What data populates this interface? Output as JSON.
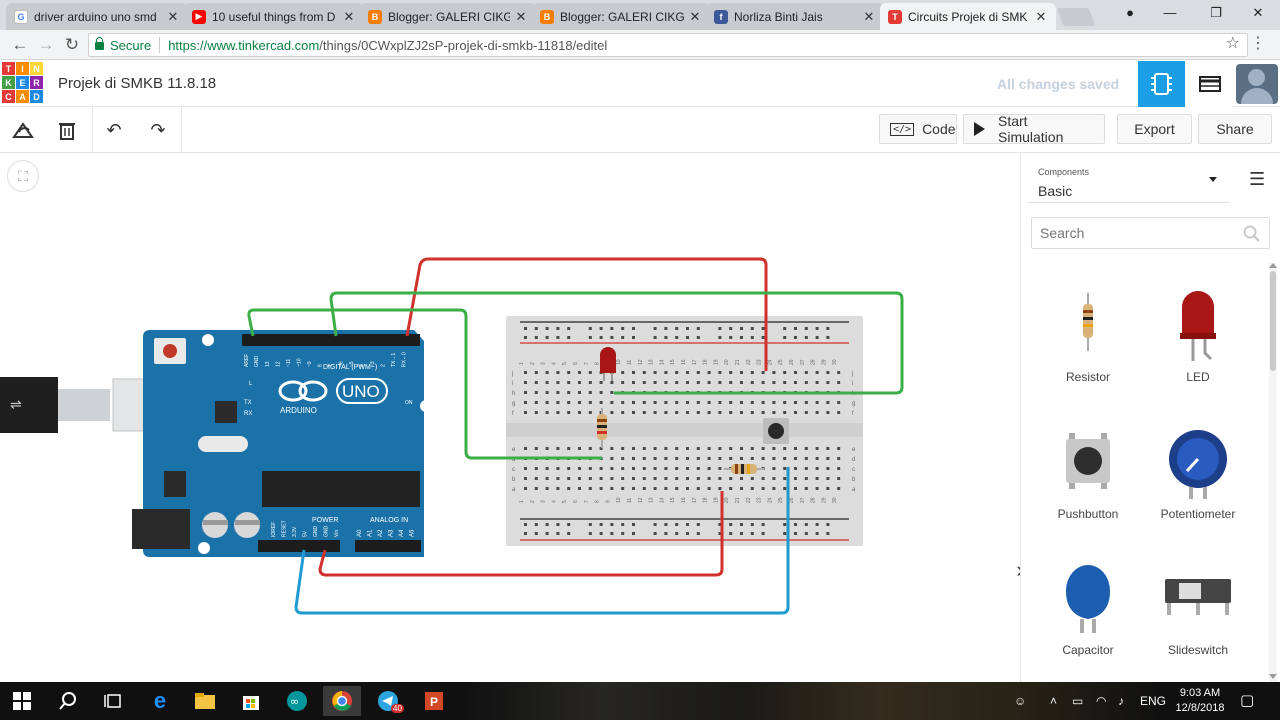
{
  "browser": {
    "tabs": [
      {
        "title": "driver arduino uno smd",
        "favicon": "google-icon",
        "color": "#4285f4",
        "active": false
      },
      {
        "title": "10 useful things from D",
        "favicon": "youtube-icon",
        "color": "#ff0000",
        "active": false
      },
      {
        "title": "Blogger: GALERI CIKGU",
        "favicon": "blogger-icon",
        "color": "#f57d00",
        "active": false
      },
      {
        "title": "Blogger: GALERI CIKGU",
        "favicon": "blogger-icon",
        "color": "#f57d00",
        "active": false
      },
      {
        "title": "Norliza Binti Jais",
        "favicon": "facebook-icon",
        "color": "#3b5998",
        "active": false
      },
      {
        "title": "Circuits Projek di SMK",
        "favicon": "tinkercad-icon",
        "color": "#e53935",
        "active": true
      }
    ],
    "close_glyph": "✕",
    "secure_label": "Secure",
    "url_scheme": "https://",
    "url_host": "www.tinkercad.com",
    "url_path": "/things/0CWxplZJ2sP-projek-di-smkb-11818/editel"
  },
  "tinkercad": {
    "logo_letters": [
      "T",
      "I",
      "N",
      "K",
      "E",
      "R",
      "C",
      "A",
      "D"
    ],
    "logo_colors": [
      "#e53935",
      "#fb8c00",
      "#fdd835",
      "#43a047",
      "#1e88e5",
      "#8e24aa",
      "#e53935",
      "#fb8c00",
      "#1e88e5"
    ],
    "project_title": "Projek di SMKB 11.8.18",
    "save_status": "All changes saved",
    "accent": "#1a9ee5"
  },
  "toolbar": {
    "code_label": "Code",
    "code_icon": "</>",
    "simulate_label": "Start Simulation",
    "export_label": "Export",
    "share_label": "Share"
  },
  "board": {
    "digital_label": "DIGITAL (PWM~)",
    "uno_label": "UNO",
    "brand_label": "ARDUINO",
    "power_label": "POWER",
    "analog_label": "ANALOG IN",
    "on_label": "ON",
    "l_label": "L",
    "tx_label": "TX",
    "rx_label": "RX",
    "aref_label": "AREF",
    "gnd_label": "GND",
    "digital_pins": [
      "13",
      "12",
      "~11",
      "~10",
      "~9",
      "8",
      "7",
      "~6",
      "~5",
      "4",
      "~3",
      "2",
      "TX→1",
      "RX←0"
    ],
    "power_pins": [
      "IOREF",
      "RESET",
      "3.3V",
      "5V",
      "GND",
      "GND",
      "Vin"
    ],
    "analog_pins": [
      "A0",
      "A1",
      "A2",
      "A3",
      "A4",
      "A5"
    ]
  },
  "breadboard": {
    "row_letters_top": [
      "j",
      "i",
      "h",
      "g",
      "f"
    ],
    "row_letters_bottom": [
      "e",
      "d",
      "c",
      "b",
      "a"
    ],
    "columns": [
      "1",
      "2",
      "3",
      "4",
      "5",
      "6",
      "7",
      "8",
      "9",
      "10",
      "11",
      "12",
      "13",
      "14",
      "15",
      "16",
      "17",
      "18",
      "19",
      "20",
      "21",
      "22",
      "23",
      "24",
      "25",
      "26",
      "27",
      "28",
      "29",
      "30"
    ]
  },
  "panel": {
    "components_label": "Components",
    "components_value": "Basic",
    "search_placeholder": "Search",
    "items": [
      {
        "label": "Resistor",
        "icon": "resistor-icon"
      },
      {
        "label": "LED",
        "icon": "led-icon"
      },
      {
        "label": "Pushbutton",
        "icon": "pushbutton-icon"
      },
      {
        "label": "Potentiometer",
        "icon": "potentiometer-icon"
      },
      {
        "label": "Capacitor",
        "icon": "capacitor-icon"
      },
      {
        "label": "Slideswitch",
        "icon": "slideswitch-icon"
      }
    ]
  },
  "taskbar": {
    "language": "ENG",
    "time": "9:03 AM",
    "date": "12/8/2018",
    "telegram_badge": "40",
    "apps": [
      "windows-icon",
      "search-icon",
      "task-view-icon",
      "edge-icon",
      "file-explorer-icon",
      "store-icon",
      "arduino-ide-icon",
      "chrome-icon",
      "telegram-icon",
      "powerpoint-icon"
    ]
  },
  "wires": {
    "red": "#d0312d",
    "green": "#3cae47",
    "blue": "#1f9bd1"
  }
}
